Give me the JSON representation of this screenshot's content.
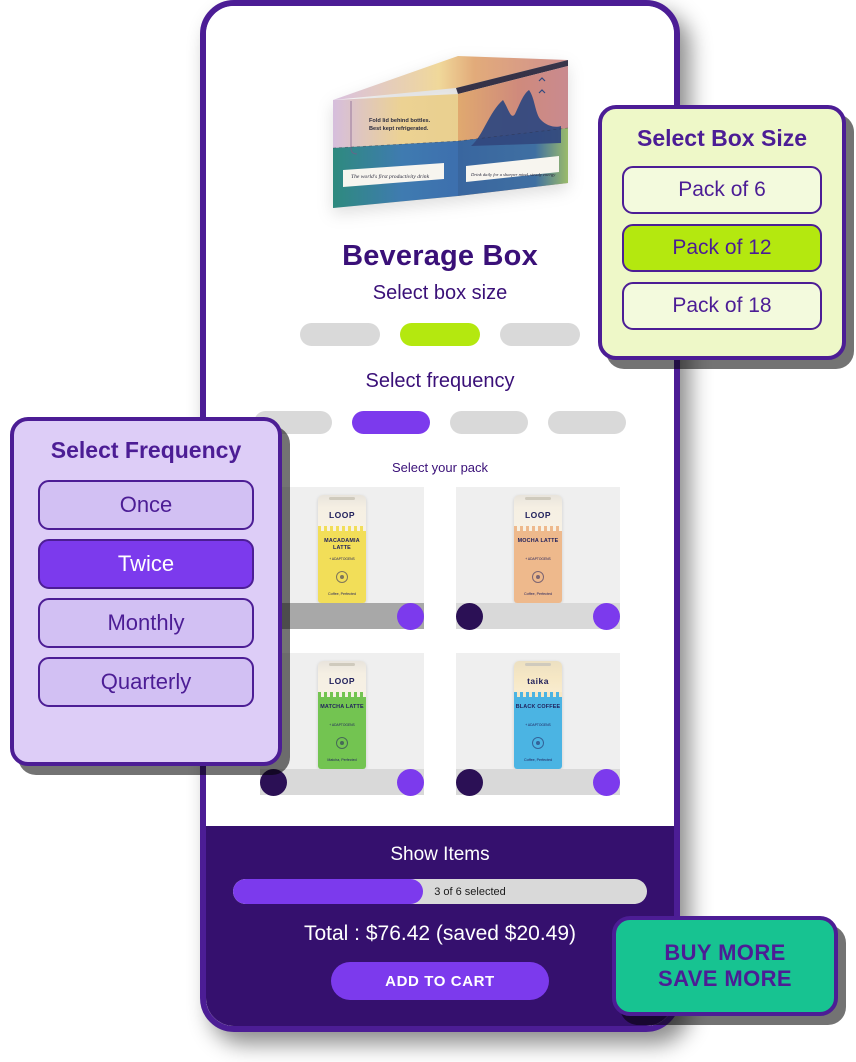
{
  "product": {
    "title": "Beverage Box",
    "subtitle": "Select box size",
    "box_art": {
      "line1": "Fold lid behind bottles.",
      "line2": "Best kept refrigerated.",
      "ribbon_left": "The world's first productivity drink",
      "ribbon_right": "Drink daily for a sharper mind, steady energy, and focus"
    }
  },
  "sections": {
    "frequency_label": "Select frequency",
    "pack_label": "Select your pack"
  },
  "box_size_pills": [
    {
      "state": "unselected"
    },
    {
      "state": "selected"
    },
    {
      "state": "unselected"
    }
  ],
  "frequency_pills": [
    {
      "state": "unselected"
    },
    {
      "state": "selected"
    },
    {
      "state": "unselected"
    },
    {
      "state": "unselected"
    }
  ],
  "packs": [
    {
      "brand": "LOOP",
      "name": "MACADAMIA LATTE",
      "adaptogens": "+ ADAPTOGENS",
      "footer": "Coffee, Perfected",
      "color": "#f2de58",
      "cap": "#f7f1e4",
      "stepper_track": "#a8a8a8",
      "minus_visible": false
    },
    {
      "brand": "LOOP",
      "name": "MOCHA LATTE",
      "adaptogens": "+ ADAPTOGENS",
      "footer": "Coffee, Perfected",
      "color": "#eeb98c",
      "cap": "#f7f1e4",
      "stepper_track": "#d9d9d9",
      "minus_visible": true
    },
    {
      "brand": "LOOP",
      "name": "MATCHA LATTE",
      "adaptogens": "+ ADAPTOGENS",
      "footer": "Matcha, Perfected",
      "color": "#73c451",
      "cap": "#f7f1e4",
      "stepper_track": "#d9d9d9",
      "minus_visible": true
    },
    {
      "brand": "taika",
      "name": "BLACK COFFEE",
      "adaptogens": "+ ADAPTOGENS",
      "footer": "Coffee, Perfected",
      "color": "#4bb4e3",
      "cap": "#f6e7c4",
      "stepper_track": "#d9d9d9",
      "minus_visible": true
    }
  ],
  "footer": {
    "title": "Show Items",
    "progress_text": "3 of 6 selected",
    "progress_percent": 46,
    "total_text": "Total : $76.42 (saved $20.49)",
    "cta_label": "ADD TO CART"
  },
  "panels": {
    "box_size": {
      "title": "Select Box Size",
      "options": [
        {
          "label": "Pack of 6",
          "selected": false
        },
        {
          "label": "Pack of 12",
          "selected": true
        },
        {
          "label": "Pack of 18",
          "selected": false
        }
      ]
    },
    "frequency": {
      "title": "Select Frequency",
      "options": [
        {
          "label": "Once",
          "selected": false
        },
        {
          "label": "Twice",
          "selected": true
        },
        {
          "label": "Monthly",
          "selected": false
        },
        {
          "label": "Quarterly",
          "selected": false
        }
      ]
    }
  },
  "badge": {
    "line1": "BUY MORE",
    "line2": "SAVE MORE"
  },
  "colors": {
    "deep_purple": "#4c1d95",
    "footer_purple": "#35106e",
    "violet": "#7c3aed",
    "lime": "#b4e80f",
    "panel_lime_bg": "#eef8c8",
    "panel_violet_bg": "#ddcdf7",
    "teal": "#17c391",
    "track_gray": "#d9d9d9"
  }
}
